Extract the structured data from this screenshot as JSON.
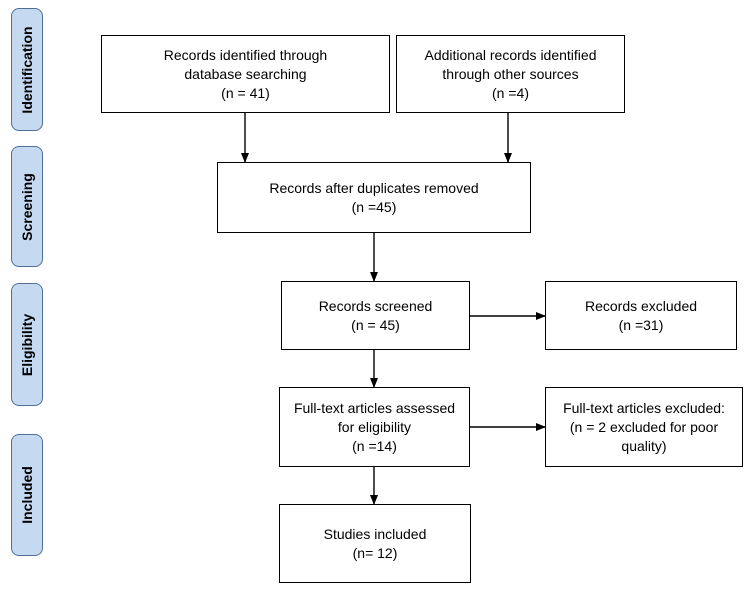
{
  "phases": {
    "identification": "Identification",
    "screening": "Screening",
    "eligibility": "Eligibility",
    "included": "Included"
  },
  "boxes": {
    "db_records": {
      "line1": "Records identified through",
      "line2": "database searching",
      "line3": "(n = 41)"
    },
    "other_records": {
      "line1": "Additional records identified",
      "line2": "through other sources",
      "line3": "(n =4)"
    },
    "after_duplicates": {
      "line1": "Records after duplicates removed",
      "line2": "(n =45)"
    },
    "screened": {
      "line1": "Records screened",
      "line2": "(n = 45)"
    },
    "excluded": {
      "line1": "Records excluded",
      "line2": "(n =31)"
    },
    "fulltext_assessed": {
      "line1": "Full-text articles assessed",
      "line2": "for eligibility",
      "line3": "(n =14)"
    },
    "fulltext_excluded": {
      "line1": "Full-text articles excluded:",
      "line2": "(n = 2 excluded for poor",
      "line3": "quality)"
    },
    "included": {
      "line1": "Studies included",
      "line2": "(n= 12)"
    }
  },
  "colors": {
    "phase_fill": "#c5d9f1",
    "phase_border": "#4f6f96",
    "line": "#000000"
  }
}
